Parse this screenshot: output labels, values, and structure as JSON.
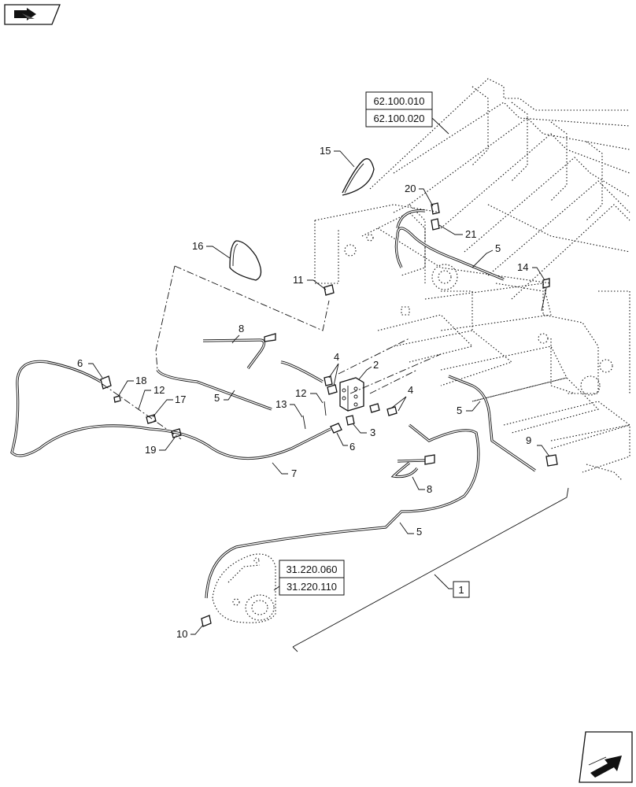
{
  "references": [
    {
      "id": "ref-62-100-010",
      "label": "62.100.010"
    },
    {
      "id": "ref-62-100-020",
      "label": "62.100.020"
    },
    {
      "id": "ref-31-220-060",
      "label": "31.220.060"
    },
    {
      "id": "ref-31-220-110",
      "label": "31.220.110"
    },
    {
      "id": "ref-assembly-1",
      "label": "1"
    }
  ],
  "callouts": [
    {
      "id": "c15",
      "label": "15"
    },
    {
      "id": "c20",
      "label": "20"
    },
    {
      "id": "c21",
      "label": "21"
    },
    {
      "id": "c16",
      "label": "16"
    },
    {
      "id": "c5a",
      "label": "5"
    },
    {
      "id": "c14",
      "label": "14"
    },
    {
      "id": "c11",
      "label": "11"
    },
    {
      "id": "c8a",
      "label": "8"
    },
    {
      "id": "c4a",
      "label": "4"
    },
    {
      "id": "c2",
      "label": "2"
    },
    {
      "id": "c6a",
      "label": "6"
    },
    {
      "id": "c18",
      "label": "18"
    },
    {
      "id": "c12a",
      "label": "12"
    },
    {
      "id": "c17",
      "label": "17"
    },
    {
      "id": "c5b",
      "label": "5"
    },
    {
      "id": "c12b",
      "label": "12"
    },
    {
      "id": "c13",
      "label": "13"
    },
    {
      "id": "c4b",
      "label": "4"
    },
    {
      "id": "c5c",
      "label": "5"
    },
    {
      "id": "c3",
      "label": "3"
    },
    {
      "id": "c6b",
      "label": "6"
    },
    {
      "id": "c19",
      "label": "19"
    },
    {
      "id": "c7",
      "label": "7"
    },
    {
      "id": "c9",
      "label": "9"
    },
    {
      "id": "c8b",
      "label": "8"
    },
    {
      "id": "c5d",
      "label": "5"
    },
    {
      "id": "c10",
      "label": "10"
    }
  ]
}
